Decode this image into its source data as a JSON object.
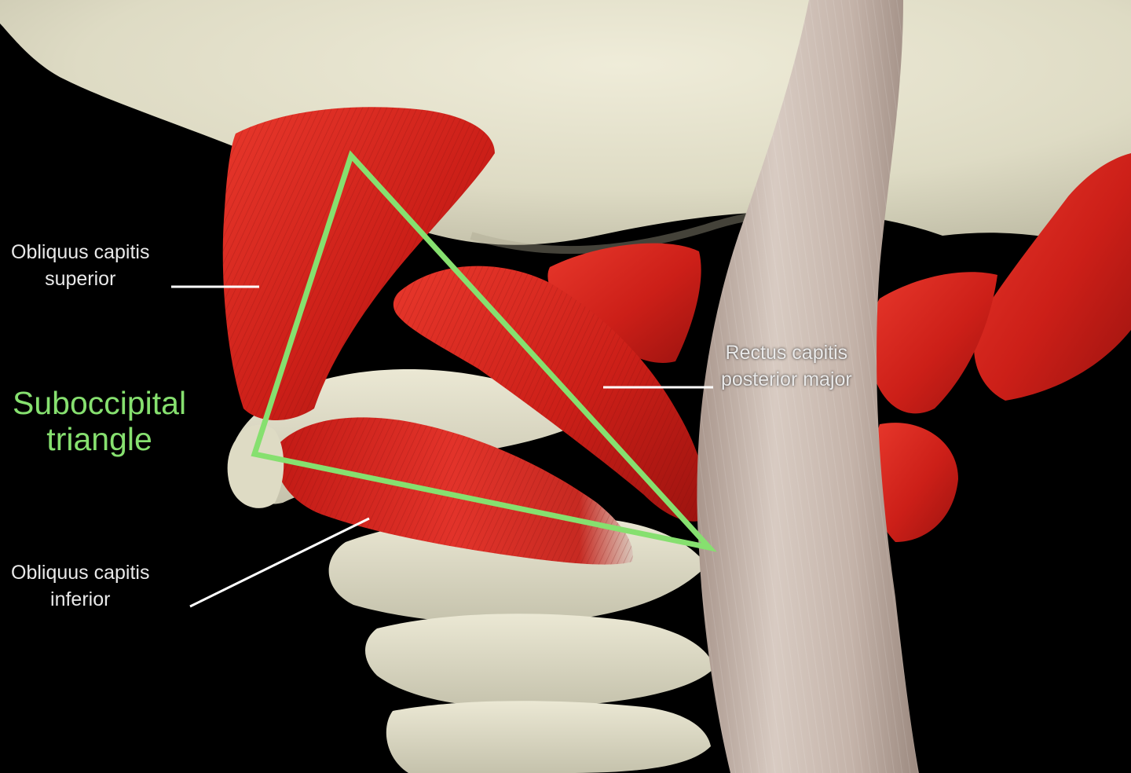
{
  "labels": {
    "obliquus_superior": {
      "line1": "Obliquus capitis",
      "line2": "superior"
    },
    "suboccipital": {
      "line1": "Suboccipital",
      "line2": "triangle"
    },
    "rectus_major": {
      "line1": "Rectus capitis",
      "line2": "posterior major"
    },
    "obliquus_inferior": {
      "line1": "Obliquus capitis",
      "line2": "inferior"
    }
  },
  "colors": {
    "background": "#000000",
    "bone": "#e7e4cf",
    "muscle": "#d8231c",
    "tendon": "#cdbdb3",
    "triangle_outline": "#86e06f",
    "label_text": "#e9e9e9",
    "leader_line": "#ffffff"
  }
}
